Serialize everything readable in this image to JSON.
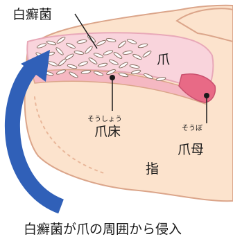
{
  "labels": {
    "fungus": "白癬菌",
    "nail": "爪",
    "nail_bed_ruby": "そうしょう",
    "nail_bed": "爪床",
    "nail_matrix_ruby": "そうぼ",
    "nail_matrix": "爪母",
    "finger": "指"
  },
  "caption": "白癬菌が爪の周囲から侵入",
  "colors": {
    "skin": "#fce3cd",
    "skin_outline": "#dba58a",
    "nail": "#f9d4dc",
    "nail_outline": "#e8a8b8",
    "nail_matrix": "#e86a86",
    "arrow": "#3060b8",
    "fungus_fill": "#ffffff",
    "fungus_stroke": "#8a7064"
  }
}
